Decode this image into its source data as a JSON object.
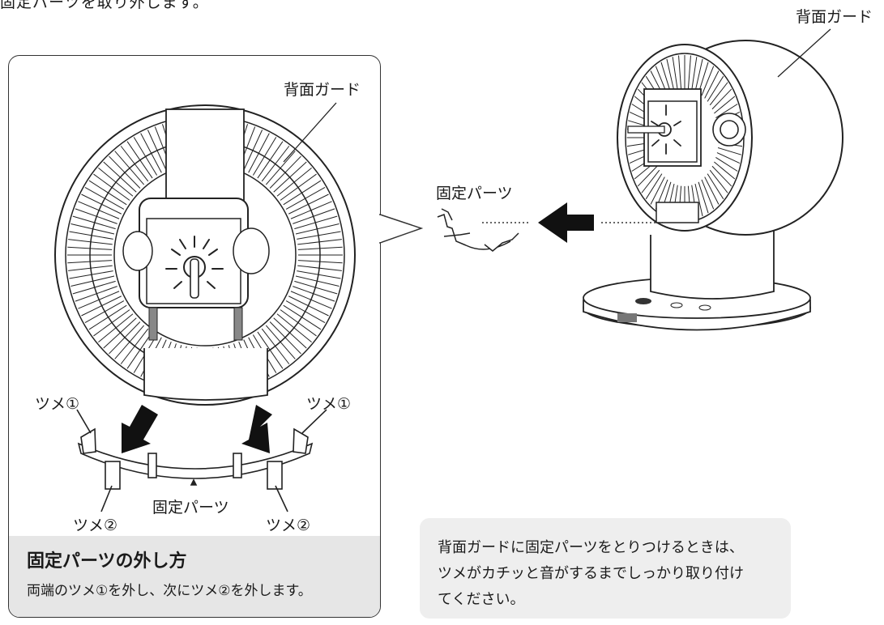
{
  "intro_text": "固定パーツを取り外します。",
  "labels": {
    "rear_guard_right": "背面ガード",
    "rear_guard_inset": "背面ガード",
    "fixing_part_right": "固定パーツ",
    "fixing_part_inset": "固定パーツ",
    "claw1_left": "ツメ①",
    "claw1_right": "ツメ①",
    "claw2_left": "ツメ②",
    "claw2_right": "ツメ②"
  },
  "inset_footer": {
    "title": "固定パーツの外し方",
    "body": "両端のツメ①を外し、次にツメ②を外します。"
  },
  "note": {
    "line1": "背面ガードに固定パーツをとりつけるときは、",
    "line2": "ツメがカチッと音がするまでしっかり取り付け",
    "line3": "てください。"
  },
  "icons": [
    "fan-rear-view-illustration",
    "fan-side-view-illustration",
    "arrow-left-icon",
    "arrow-down-icon",
    "fixing-part-illustration"
  ]
}
